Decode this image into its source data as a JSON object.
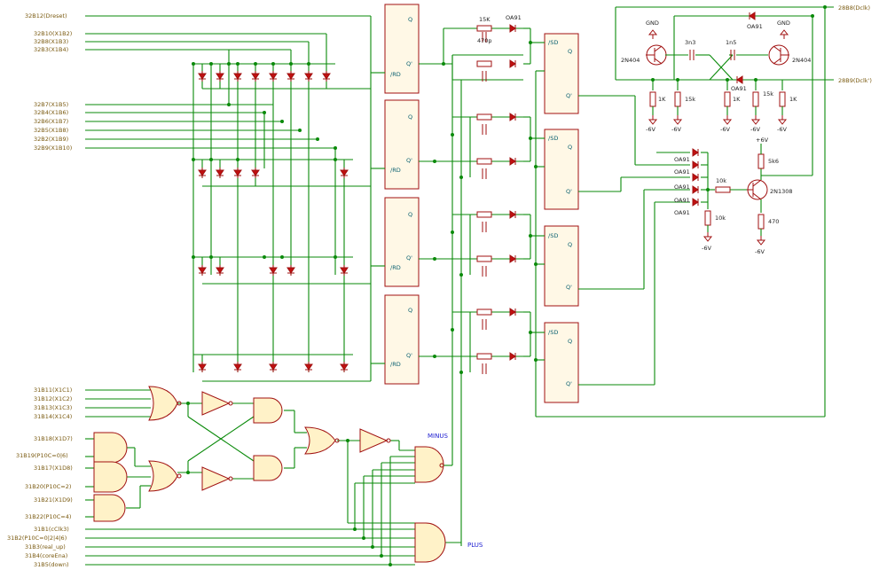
{
  "inputs_top": [
    "32B12(Dreset)",
    "32B10(X1B2)",
    "32B8(X1B3)",
    "32B3(X1B4)",
    "32B7(X1B5)",
    "32B4(X1B6)",
    "32B6(X1B7)",
    "32B5(X1B8)",
    "32B2(X1B9)",
    "32B9(X1B10)"
  ],
  "inputs_gate": [
    "31B11(X1C1)",
    "31B12(X1C2)",
    "31B13(X1C3)",
    "31B14(X1C4)",
    "31B18(X1D7)",
    "31B19(P10C=0|6)",
    "31B17(X1D8)",
    "31B20(P10C=2)",
    "31B21(X1D9)",
    "31B22(P10C=4)"
  ],
  "inputs_bottom": [
    "31B1(cClk3)",
    "31B2(P10C=0|2|4|6)",
    "31B3(real_up)",
    "31B4(coreEna)",
    "31B5(down)"
  ],
  "outputs": [
    "28B8(Dclk)",
    "28B9(Dclk')"
  ],
  "ff_pins": {
    "q": "Q",
    "qn": "Q'",
    "rd": "/RD",
    "sd": "/SD",
    "qbar": "Q'"
  },
  "nets": {
    "minus": "MINUS",
    "plus": "PLUS"
  },
  "rc": {
    "r": "15K",
    "c": "470p"
  },
  "diode": "OA91",
  "osc": {
    "t1": "2N404",
    "t2": "2N404",
    "gnd1": "GND",
    "gnd2": "GND",
    "c1": "3n3",
    "c2": "1n5",
    "r1": "1K",
    "r2": "15k",
    "r3": "1K",
    "r4": "15k",
    "r5": "1K",
    "vneg": "-6V",
    "vpos": "+6V"
  },
  "driver": {
    "t": "2N1308",
    "rb": "10k",
    "re": "10k",
    "rc": "5k6",
    "rl": "470",
    "vneg": "-6V",
    "vpos": "+6V"
  }
}
